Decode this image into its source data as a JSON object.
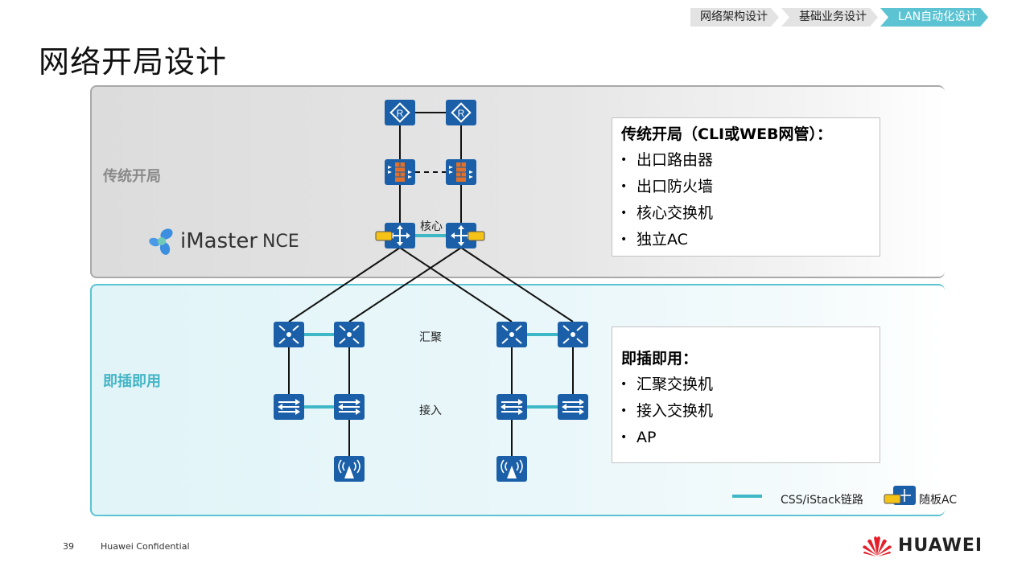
{
  "breadcrumb": {
    "items": [
      {
        "label": "网络架构设计",
        "active": false
      },
      {
        "label": "基础业务设计",
        "active": false
      },
      {
        "label": "LAN自动化设计",
        "active": true
      }
    ]
  },
  "page_title": "网络开局设计",
  "panels": {
    "top": {
      "label": "传统开局"
    },
    "bottom": {
      "label": "即插即用"
    }
  },
  "logo": {
    "name": "iMaster",
    "suffix": "NCE",
    "icon": "imaster-propeller-icon"
  },
  "diagram": {
    "labels": {
      "core": "核心",
      "aggregation": "汇聚",
      "access": "接入"
    },
    "devices": {
      "routers": [
        {
          "icon": "router-icon"
        },
        {
          "icon": "router-icon"
        }
      ],
      "firewalls": [
        {
          "icon": "firewall-icon"
        },
        {
          "icon": "firewall-icon"
        }
      ],
      "core_switches": [
        {
          "icon": "core-switch-icon",
          "card": "board-ac"
        },
        {
          "icon": "core-switch-icon",
          "card": "board-ac"
        }
      ],
      "aggregation_switches": [
        {
          "icon": "aggregation-switch-icon"
        },
        {
          "icon": "aggregation-switch-icon"
        },
        {
          "icon": "aggregation-switch-icon"
        },
        {
          "icon": "aggregation-switch-icon"
        }
      ],
      "access_switches": [
        {
          "icon": "access-switch-icon"
        },
        {
          "icon": "access-switch-icon"
        },
        {
          "icon": "access-switch-icon"
        },
        {
          "icon": "access-switch-icon"
        }
      ],
      "access_points": [
        {
          "icon": "access-point-icon"
        },
        {
          "icon": "access-point-icon"
        }
      ]
    },
    "colors": {
      "device": "#1a5fa8",
      "css_link": "#3eb8c6",
      "link": "#111111",
      "board_ac": "#f5c218",
      "firewall_brick": "#e0702a"
    }
  },
  "info_boxes": [
    {
      "title": "传统开局（CLI或WEB网管）：",
      "items": [
        "出口路由器",
        "出口防火墙",
        "核心交换机",
        "独立AC"
      ]
    },
    {
      "title": "即插即用：",
      "items": [
        "汇聚交换机",
        "接入交换机",
        "AP"
      ]
    }
  ],
  "legend": {
    "css_link": "CSS/iStack链路",
    "board_ac": "随板AC"
  },
  "footer": {
    "page_number": "39",
    "confidential": "Huawei Confidential",
    "brand": "HUAWEI"
  }
}
